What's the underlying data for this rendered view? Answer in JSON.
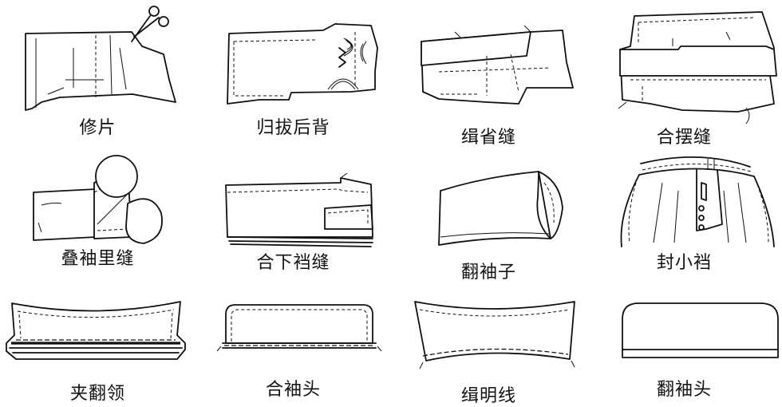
{
  "steps": [
    {
      "label": "修片",
      "icon": "trim-pattern-scissors-icon"
    },
    {
      "label": "归拔后背",
      "icon": "back-panel-shaping-icon"
    },
    {
      "label": "缉省缝",
      "icon": "dart-seam-stitching-icon"
    },
    {
      "label": "合摆缝",
      "icon": "side-seam-joining-icon"
    },
    {
      "label": "叠袖里缝",
      "icon": "sleeve-lining-seam-icon"
    },
    {
      "label": "合下裆缝",
      "icon": "inseam-joining-icon"
    },
    {
      "label": "翻袖子",
      "icon": "sleeve-turning-icon"
    },
    {
      "label": "封小裆",
      "icon": "crotch-sealing-icon"
    },
    {
      "label": "夹翻领",
      "icon": "collar-turning-icon"
    },
    {
      "label": "合袖头",
      "icon": "cuff-joining-icon"
    },
    {
      "label": "缉明线",
      "icon": "topstitching-icon"
    },
    {
      "label": "翻袖头",
      "icon": "cuff-turning-icon"
    }
  ]
}
